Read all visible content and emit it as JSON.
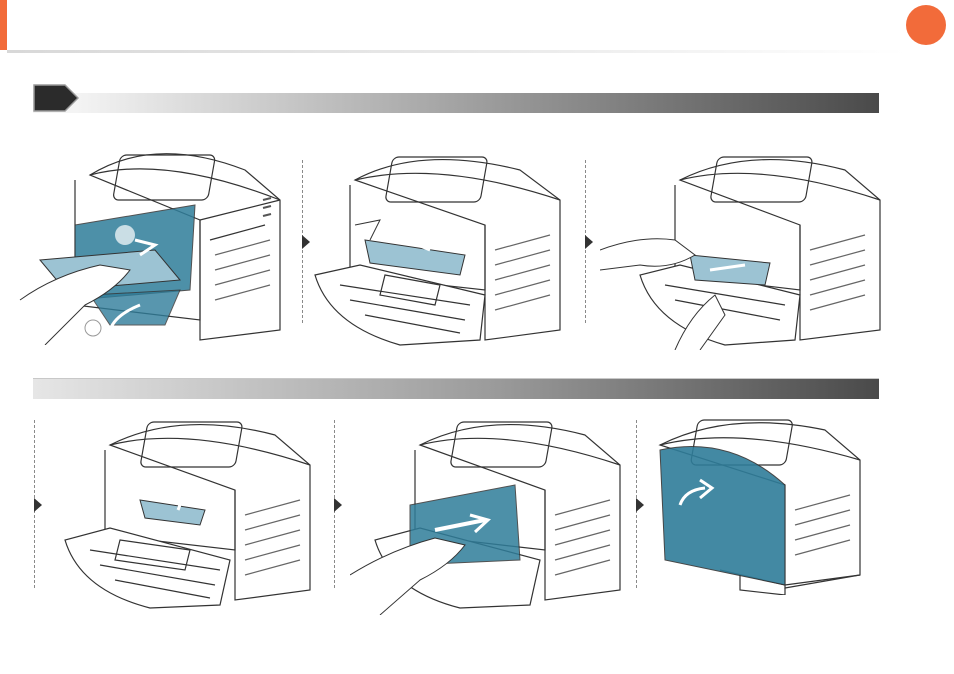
{
  "header": {
    "accent_color": "#f26b3a"
  },
  "colors": {
    "teal": "#2f7d9a",
    "teal_light": "#9cc3d3",
    "outline": "#333333"
  },
  "steps": [
    {
      "images": [
        "remove-toner-cartridge",
        "locate-jammed-paper",
        "pull-out-jammed-paper"
      ]
    },
    {
      "images": [
        "lower-guide",
        "reinsert-toner-cartridge",
        "close-front-cover"
      ]
    }
  ]
}
